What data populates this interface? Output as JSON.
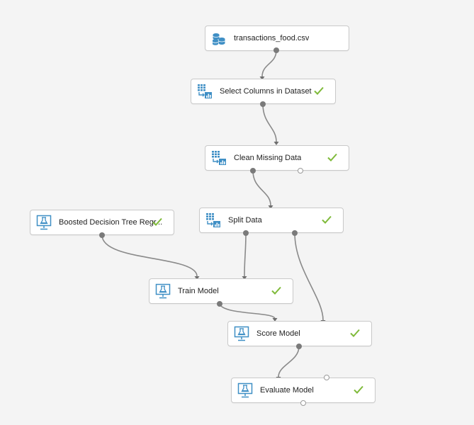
{
  "modules": {
    "dataset": {
      "label": "transactions_food.csv",
      "icon": "dataset-icon",
      "status": "none"
    },
    "select_columns": {
      "label": "Select Columns in Dataset",
      "icon": "data-transform-icon",
      "status": "complete"
    },
    "clean_missing": {
      "label": "Clean Missing Data",
      "icon": "data-transform-icon",
      "status": "complete"
    },
    "boosted_tree": {
      "label": "Boosted Decision Tree Regr...",
      "icon": "ml-module-icon",
      "status": "complete"
    },
    "split_data": {
      "label": "Split Data",
      "icon": "data-transform-icon",
      "status": "complete"
    },
    "train_model": {
      "label": "Train Model",
      "icon": "ml-module-icon",
      "status": "complete"
    },
    "score_model": {
      "label": "Score Model",
      "icon": "ml-module-icon",
      "status": "complete"
    },
    "evaluate_model": {
      "label": "Evaluate Model",
      "icon": "ml-module-icon",
      "status": "complete"
    }
  },
  "connections": [
    {
      "from": "dataset",
      "to": "select_columns"
    },
    {
      "from": "select_columns",
      "to": "clean_missing"
    },
    {
      "from": "clean_missing",
      "to": "split_data"
    },
    {
      "from": "boosted_tree",
      "to": "train_model"
    },
    {
      "from": "split_data",
      "to": "train_model"
    },
    {
      "from": "split_data",
      "to": "score_model"
    },
    {
      "from": "train_model",
      "to": "score_model"
    },
    {
      "from": "score_model",
      "to": "evaluate_model"
    }
  ],
  "colors": {
    "canvas_background": "#f4f4f4",
    "node_border": "#c9c9c9",
    "icon_blue": "#3f8fc5",
    "check_green": "#7fba3a",
    "wire": "#8a8a8a"
  }
}
